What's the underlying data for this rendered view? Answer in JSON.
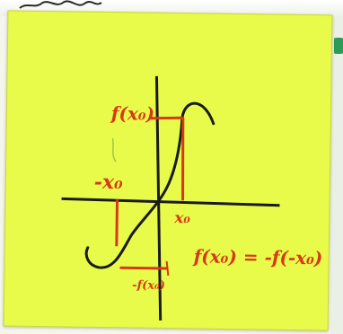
{
  "labels": {
    "f_x0": "f(x₀)",
    "neg_x0": "-x₀",
    "x0": "x₀",
    "neg_f_x0": "-f(x₀)",
    "equation": "f(x₀) = -f(-x₀)"
  },
  "colors": {
    "note_yellow": "#e8fb4a",
    "ink_red": "#d63a14",
    "ink_black": "#1a1a1a",
    "tab_green": "#2e9b57"
  }
}
